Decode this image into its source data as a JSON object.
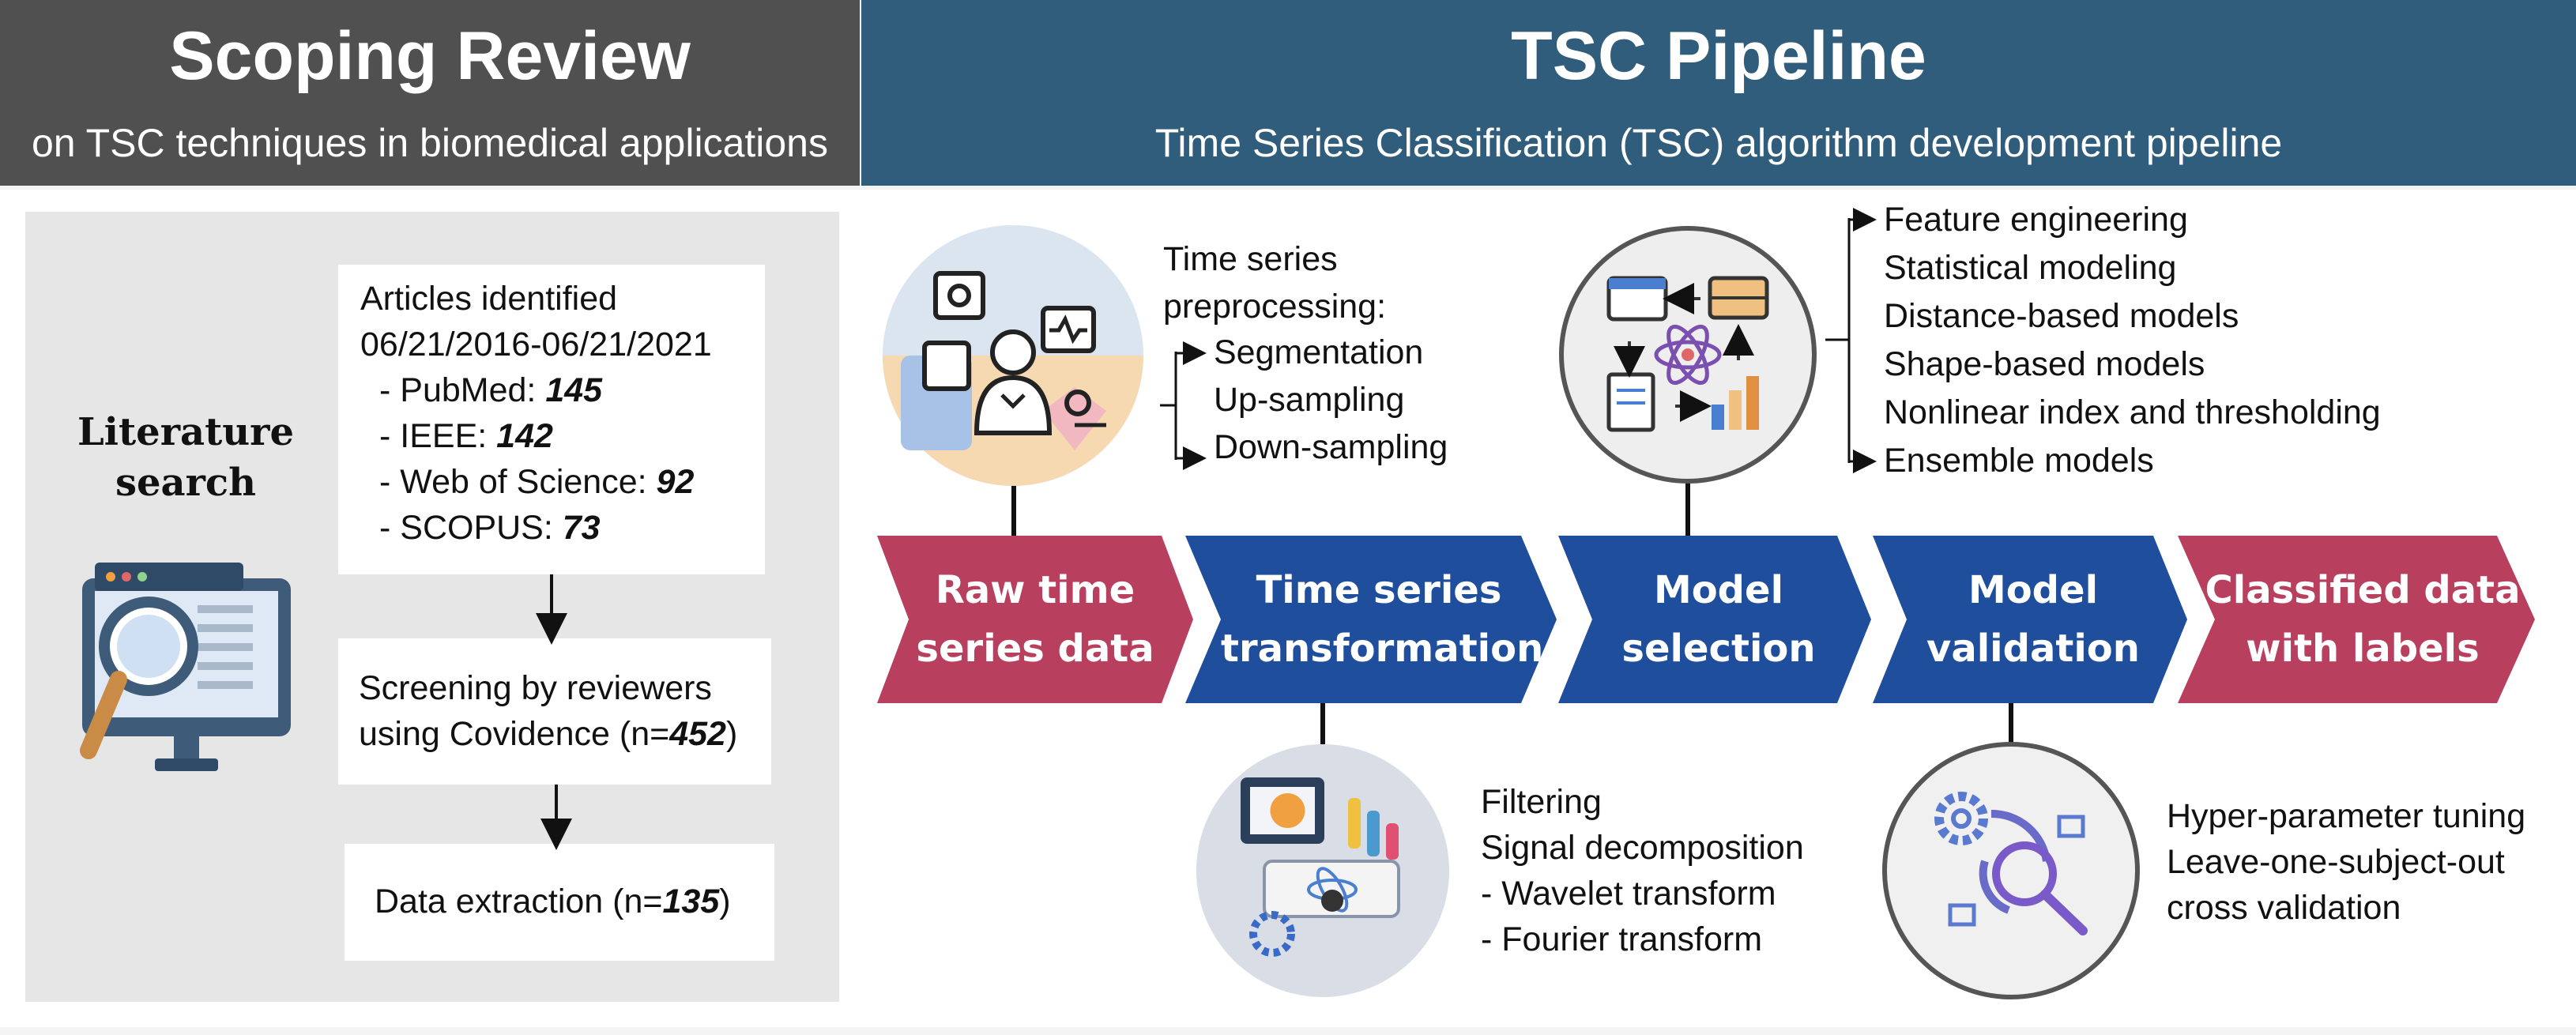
{
  "left_header": {
    "title": "Scoping Review",
    "subtitle": "on TSC techniques in biomedical applications"
  },
  "right_header": {
    "title": "TSC Pipeline",
    "subtitle": "Time Series Classification (TSC) algorithm development pipeline"
  },
  "literature": {
    "label_line1": "Literature",
    "label_line2": "search",
    "identified": {
      "line1": "Articles identified",
      "line2": "06/21/2016-06/21/2021",
      "sources": [
        {
          "prefix": "-  PubMed: ",
          "count": "145"
        },
        {
          "prefix": "-  IEEE: ",
          "count": "142"
        },
        {
          "prefix": "-  Web of Science: ",
          "count": "92"
        },
        {
          "prefix": "-  SCOPUS: ",
          "count": "73"
        }
      ]
    },
    "screening": {
      "line1": "Screening by reviewers",
      "line2_prefix": "using Covidence (n=",
      "line2_count": "452",
      "line2_suffix": ")"
    },
    "extraction": {
      "prefix": "Data extraction (n=",
      "count": "135",
      "suffix": ")"
    }
  },
  "pipeline": {
    "stages": [
      {
        "line1": "Raw time",
        "line2": "series data",
        "color": "#b8405e"
      },
      {
        "line1": "Time series",
        "line2": "transformation",
        "color": "#1f4e9c"
      },
      {
        "line1": "Model",
        "line2": "selection",
        "color": "#1f4e9c"
      },
      {
        "line1": "Model",
        "line2": "validation",
        "color": "#1f4e9c"
      },
      {
        "line1": "Classified data",
        "line2": "with labels",
        "color": "#b8405e"
      }
    ],
    "preprocessing": {
      "title1": "Time series",
      "title2": "preprocessing:",
      "items": [
        "Segmentation",
        "Up-sampling",
        "Down-sampling"
      ]
    },
    "model_types": [
      "Feature engineering",
      "Statistical modeling",
      "Distance-based models",
      "Shape-based models",
      "Nonlinear index and thresholding",
      "Ensemble models"
    ],
    "transformation_items": [
      "Filtering",
      "Signal decomposition",
      "- Wavelet transform",
      "- Fourier transform"
    ],
    "validation_items": [
      "Hyper-parameter tuning",
      "Leave-one-subject-out",
      "cross validation"
    ]
  },
  "icons": {
    "monitor": "magnifier-monitor-icon",
    "preprocessing": "doctor-analytics-icon",
    "selection": "model-selection-icon",
    "transformation": "data-analysis-computer-icon",
    "validation": "gear-magnifier-icon"
  }
}
